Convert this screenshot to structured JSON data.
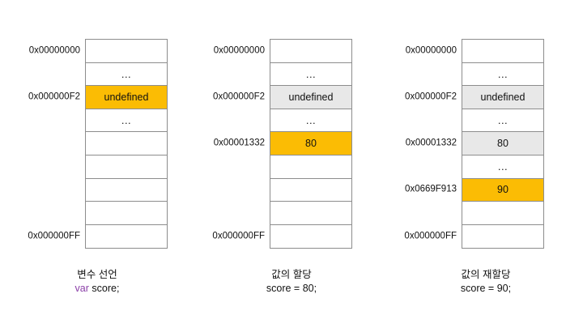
{
  "figure": {
    "colors": {
      "highlight_orange": "#FBBC04",
      "highlight_grey": "#E8E8E8",
      "border": "#8D8D8D",
      "keyword_purple": "#8B3FA8",
      "text": "#111111",
      "background": "#FFFFFF"
    },
    "ellipsis": "...",
    "diagrams": [
      {
        "id": "variable-declaration",
        "caption_title": "변수 선언",
        "code_keyword": "var",
        "code_rest": " score;",
        "rows": [
          {
            "address": "0x00000000",
            "value": "",
            "fill": "none"
          },
          {
            "address": "",
            "value": "...",
            "fill": "none"
          },
          {
            "address": "0x000000F2",
            "value": "undefined",
            "fill": "orange"
          },
          {
            "address": "",
            "value": "...",
            "fill": "none"
          },
          {
            "address": "",
            "value": "",
            "fill": "none"
          },
          {
            "address": "",
            "value": "",
            "fill": "none"
          },
          {
            "address": "",
            "value": "",
            "fill": "none"
          },
          {
            "address": "",
            "value": "",
            "fill": "none"
          },
          {
            "address": "0x000000FF",
            "value": "",
            "fill": "none"
          }
        ]
      },
      {
        "id": "value-assignment",
        "caption_title": "값의 할당",
        "code_keyword": "",
        "code_rest": "score = 80;",
        "rows": [
          {
            "address": "0x00000000",
            "value": "",
            "fill": "none"
          },
          {
            "address": "",
            "value": "...",
            "fill": "none"
          },
          {
            "address": "0x000000F2",
            "value": "undefined",
            "fill": "grey"
          },
          {
            "address": "",
            "value": "...",
            "fill": "none"
          },
          {
            "address": "0x00001332",
            "value": "80",
            "fill": "orange"
          },
          {
            "address": "",
            "value": "",
            "fill": "none"
          },
          {
            "address": "",
            "value": "",
            "fill": "none"
          },
          {
            "address": "",
            "value": "",
            "fill": "none"
          },
          {
            "address": "0x000000FF",
            "value": "",
            "fill": "none"
          }
        ]
      },
      {
        "id": "value-reassignment",
        "caption_title": "값의 재할당",
        "code_keyword": "",
        "code_rest": "score = 90;",
        "rows": [
          {
            "address": "0x00000000",
            "value": "",
            "fill": "none"
          },
          {
            "address": "",
            "value": "...",
            "fill": "none"
          },
          {
            "address": "0x000000F2",
            "value": "undefined",
            "fill": "grey"
          },
          {
            "address": "",
            "value": "...",
            "fill": "none"
          },
          {
            "address": "0x00001332",
            "value": "80",
            "fill": "grey"
          },
          {
            "address": "",
            "value": "...",
            "fill": "none"
          },
          {
            "address": "0x0669F913",
            "value": "90",
            "fill": "orange"
          },
          {
            "address": "",
            "value": "",
            "fill": "none"
          },
          {
            "address": "0x000000FF",
            "value": "",
            "fill": "none"
          }
        ]
      }
    ]
  }
}
